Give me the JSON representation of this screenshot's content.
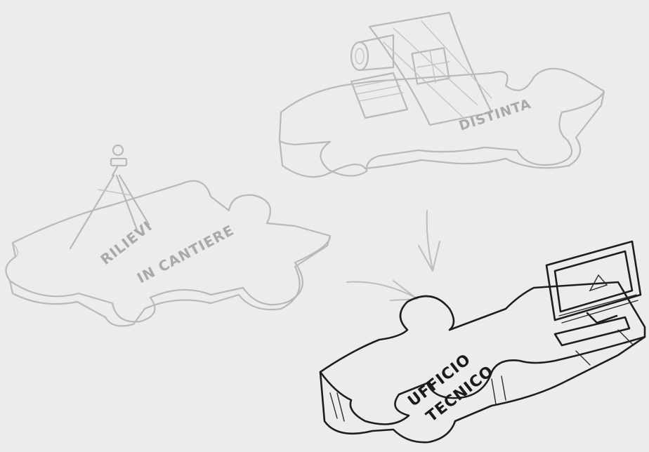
{
  "pieces": {
    "rilievi": {
      "line1": "RILIEVI",
      "line2": "IN CANTIERE",
      "color": "#a9a9a9"
    },
    "distinta": {
      "label": "DISTINTA",
      "color": "#a9a9a9"
    },
    "ufficio": {
      "line1": "UFFICIO",
      "line2": "TECNICO",
      "color": "#1a1a1a"
    }
  },
  "icons": {
    "survey": "tripod-icon",
    "drawings": "blueprint-icon",
    "computer": "monitor-icon"
  },
  "colors": {
    "background": "#ececec",
    "faded_stroke": "#b9b9b9",
    "ink": "#1e1e1e"
  }
}
